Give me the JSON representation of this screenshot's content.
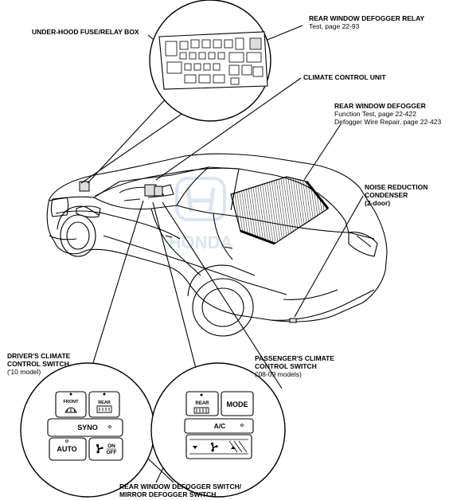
{
  "labels": {
    "under_hood": "UNDER-HOOD FUSE/RELAY BOX",
    "relay_title": "REAR WINDOW DEFOGGER RELAY",
    "relay_sub": "Test, page 22-93",
    "climate_unit": "CLIMATE CONTROL UNIT",
    "defogger_title": "REAR WINDOW DEFOGGER",
    "defogger_sub1": "Function Test, page 22-422",
    "defogger_sub2": "Defogger Wire Repair, page 22-423",
    "noise_1": "NOISE REDUCTION",
    "noise_2": "CONDENSER",
    "noise_3": "(2-door)",
    "driver_1": "DRIVER'S CLIMATE",
    "driver_2": "CONTROL SWITCH",
    "driver_3": "('10 model)",
    "pass_1": "PASSENGER'S CLIMATE",
    "pass_2": "CONTROL SWITCH",
    "pass_3": "('08-09 models)",
    "switch_1": "REAR WINDOW DEFOGGER SWITCH/",
    "switch_2": "MIRROR DEFOGGER SWITCH"
  },
  "driver_panel": {
    "front": "FRONT",
    "rear": "REAR",
    "syno": "SYNO",
    "auto": "AUTO",
    "on": "ON",
    "off": "OFF"
  },
  "passenger_panel": {
    "rear": "REAR",
    "mode": "MODE",
    "ac": "A/C"
  },
  "watermark": "HONDA"
}
